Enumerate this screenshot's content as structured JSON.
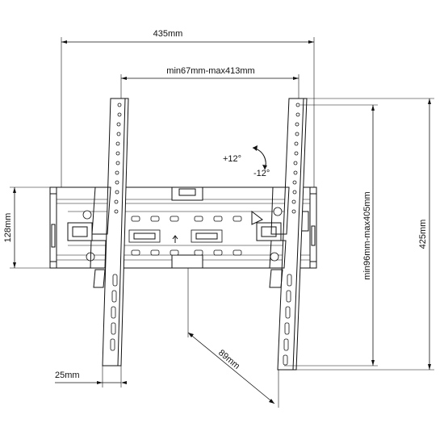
{
  "dimensions": {
    "overall_width": "435mm",
    "arm_spacing": "min67mm-max413mm",
    "tilt_up": "+12°",
    "tilt_down": "-12°",
    "plate_height": "128mm",
    "arm_height_range": "min96mm-max405mm",
    "arm_length": "425mm",
    "depth": "89mm",
    "arm_width": "25mm"
  }
}
